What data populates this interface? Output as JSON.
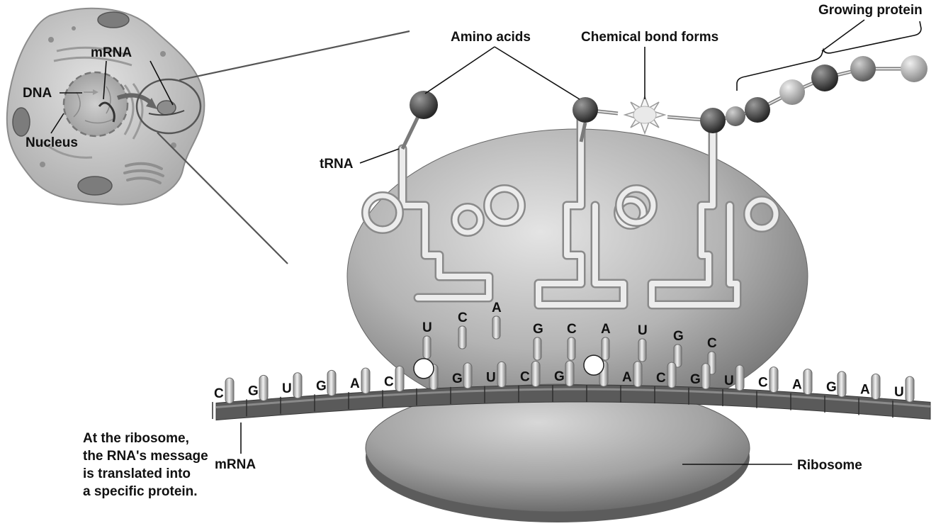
{
  "labels": {
    "amino_acids": "Amino acids",
    "chemical_bond": "Chemical bond forms",
    "growing_protein": "Growing protein",
    "trna": "tRNA",
    "mrna_bottom": "mRNA",
    "ribosome": "Ribosome",
    "cell_mrna": "mRNA",
    "cell_dna": "DNA",
    "cell_nucleus": "Nucleus"
  },
  "caption_lines": [
    "At the ribosome,",
    "the RNA's message",
    "is translated into",
    "a specific protein."
  ],
  "anticodons": [
    [
      "U",
      "C",
      "A"
    ],
    [
      "G",
      "C",
      "A"
    ],
    [
      "U",
      "G",
      "C"
    ]
  ],
  "mrna_bases": [
    "C",
    "G",
    "U",
    "G",
    "A",
    "C",
    "",
    "G",
    "U",
    "C",
    "G",
    "",
    "A",
    "C",
    "G",
    "U",
    "C",
    "A",
    "G",
    "A",
    "U"
  ]
}
